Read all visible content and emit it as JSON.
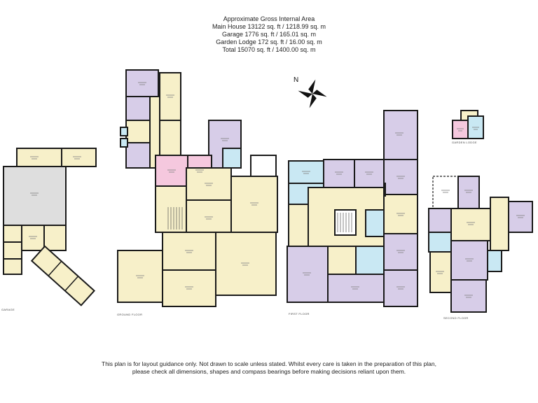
{
  "header": {
    "line1": "Approximate Gross Internal Area",
    "line2": "Main House 13122 sq. ft / 1218.99 sq. m",
    "line3": "Garage 1776 sq. ft / 165.01 sq. m",
    "line4": "Garden Lodge 172 sq. ft / 16.00 sq. m",
    "line5": "Total 15070 sq. ft / 1400.00 sq. m"
  },
  "compass": {
    "label": "N"
  },
  "plans": {
    "garage": {
      "caption": "GARAGE"
    },
    "ground": {
      "caption": "GROUND FLOOR"
    },
    "first": {
      "caption": "FIRST FLOOR"
    },
    "second": {
      "caption": "SECOND FLOOR"
    },
    "lodge": {
      "caption": "GARDEN LODGE"
    }
  },
  "footer": {
    "line1": "This plan is for layout guidance only.  Not drawn to scale unless stated. Whilst every care is taken in the preparation of this plan,",
    "line2": "please check all dimensions, shapes and compass bearings before making decisions reliant upon them."
  },
  "colors": {
    "room_yellow": "#F7F0C9",
    "room_purple": "#D7CDE8",
    "room_pink": "#F5C8DE",
    "room_blue": "#C9E8F3",
    "room_gray": "#DEDEDE",
    "wall": "#1A1A1A"
  }
}
